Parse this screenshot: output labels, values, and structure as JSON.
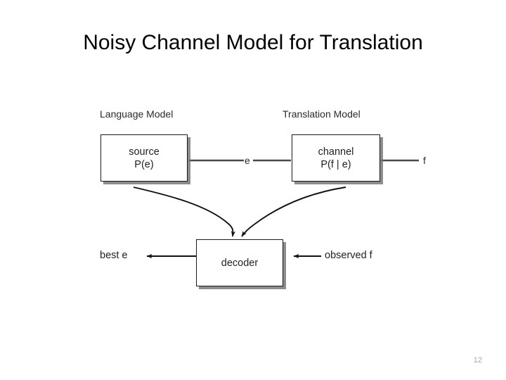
{
  "slide": {
    "title": "Noisy Channel Model for Translation",
    "page_number": "12",
    "background_color": "#ffffff",
    "title_color": "#000000",
    "page_number_color": "#a6a6a6"
  },
  "diagram": {
    "type": "flow-diagram",
    "line_color": "#1a1a1a",
    "box_fill": "#ffffff",
    "box_shadow_color": "#787878",
    "group_labels": [
      {
        "id": "language-model",
        "text": "Language Model"
      },
      {
        "id": "translation-model",
        "text": "Translation Model"
      }
    ],
    "nodes": [
      {
        "id": "source",
        "lines": [
          "source",
          "P(e)"
        ]
      },
      {
        "id": "channel",
        "lines": [
          "channel",
          "P(f | e)"
        ]
      },
      {
        "id": "decoder",
        "lines": [
          "decoder"
        ]
      }
    ],
    "edge_labels": [
      {
        "id": "e",
        "text": "e"
      },
      {
        "id": "f",
        "text": "f"
      }
    ],
    "io_labels": [
      {
        "id": "best-e",
        "text": "best e"
      },
      {
        "id": "observed-f",
        "text": "observed f"
      }
    ]
  }
}
